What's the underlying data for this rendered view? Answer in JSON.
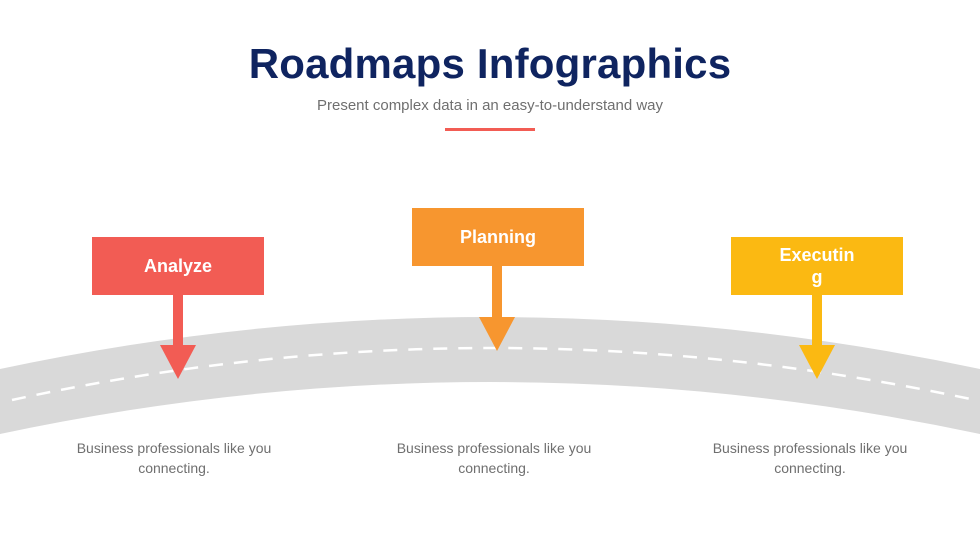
{
  "header": {
    "title": "Roadmaps Infographics",
    "subtitle": "Present complex data in an easy-to-understand way"
  },
  "colors": {
    "title": "#0f2460",
    "divider": "#f25c54",
    "road": "#d9d9d9",
    "road_dash": "#ffffff"
  },
  "stages": [
    {
      "label": "Analyze",
      "color": "#f25c54",
      "description": "Business professionals like you connecting."
    },
    {
      "label": "Planning",
      "color": "#f7962f",
      "description": "Business professionals like you connecting."
    },
    {
      "label": "Executing",
      "color": "#fbb912",
      "description": "Business professionals like you connecting."
    }
  ]
}
